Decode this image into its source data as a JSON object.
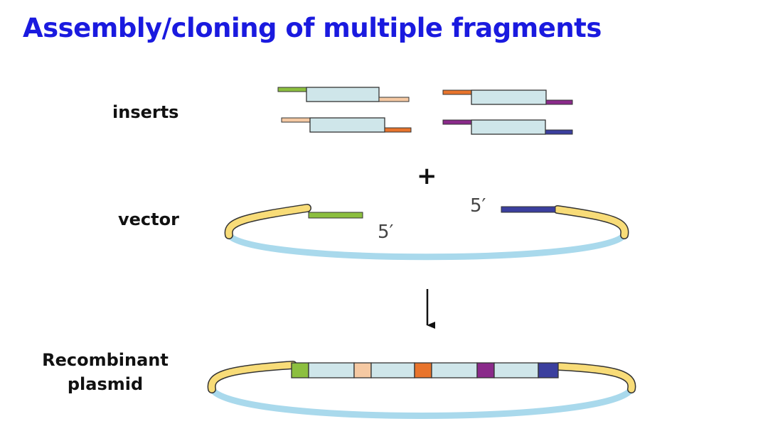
{
  "title": "Assembly/cloning of multiple fragments",
  "labels": {
    "inserts": "inserts",
    "vector": "vector",
    "recombinant_line1": "Recombinant",
    "recombinant_line2": "plasmid"
  },
  "symbols": {
    "plus": "+",
    "five_prime_left": "5′",
    "five_prime_right": "5′"
  },
  "colors": {
    "title": "#1a1adf",
    "insert_body": "#cfe6ea",
    "outline": "#333333",
    "green": "#8cbf3f",
    "peach": "#f5c9a3",
    "orange": "#e8742c",
    "purple": "#8a2a8a",
    "navy": "#3b3f9e",
    "vector_yellow": "#f8dc78",
    "vector_blue": "#a9d9ec"
  }
}
